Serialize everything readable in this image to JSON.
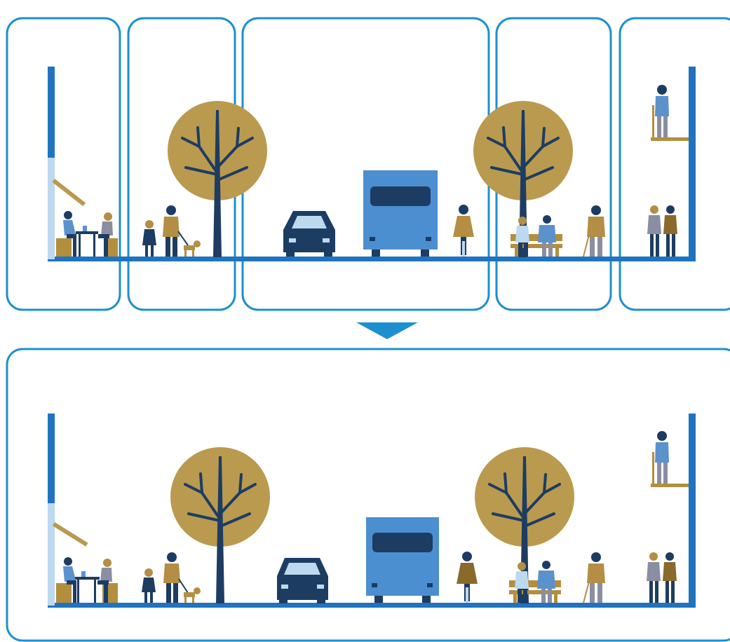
{
  "diagram": {
    "description_visible_text": "",
    "panels_top": [
      {
        "zone": "building-frontage-cafe"
      },
      {
        "zone": "sidewalk-walking"
      },
      {
        "zone": "roadway-traffic"
      },
      {
        "zone": "sidewalk-seating"
      },
      {
        "zone": "building-frontage-balcony"
      }
    ],
    "panel_bottom": {
      "zone": "shared-street"
    },
    "arrow": {
      "direction": "down"
    },
    "icons": [
      "building-wall-icon",
      "awning-icon",
      "cafe-table-icon",
      "person-seated-icon",
      "child-icon",
      "person-walking-icon",
      "dog-icon",
      "tree-icon",
      "car-icon",
      "bus-icon",
      "cyclist-icon",
      "bench-icon",
      "elderly-person-icon",
      "balcony-icon",
      "couple-icon"
    ]
  },
  "colors": {
    "frame": "#1d8fd1",
    "ground": "#1f73bf",
    "dark_navy": "#1d3c62",
    "tree_gold": "#b99a4f",
    "bus_blue": "#4b8fd1",
    "pale_blue": "#bcd9f0",
    "person_blue": "#5c92cc",
    "person_gold": "#b38e44",
    "person_gray": "#8a8ea0",
    "person_brown": "#8a6a2a",
    "seat_gold": "#b38e3d",
    "arrow": "#1d8fd1"
  }
}
